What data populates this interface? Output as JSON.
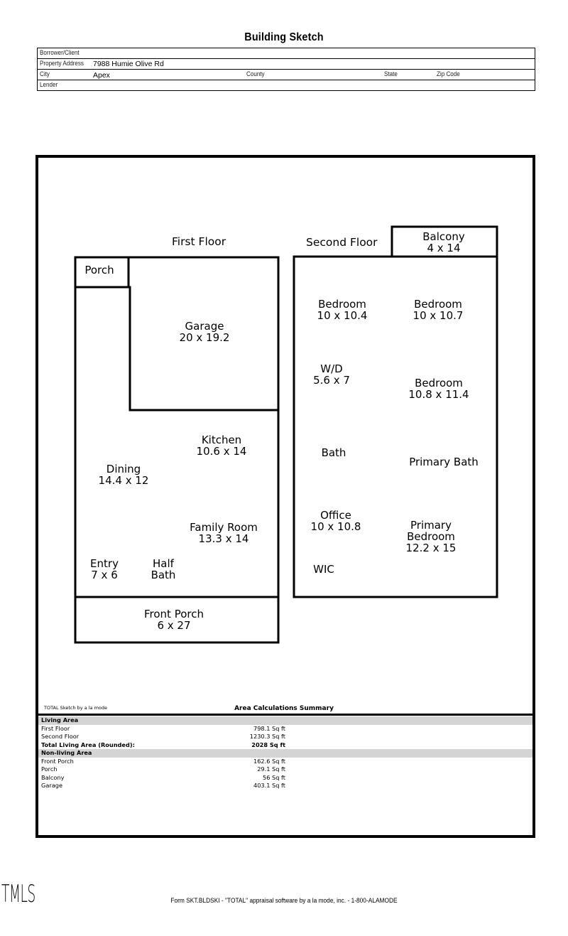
{
  "title": "Building Sketch",
  "header": {
    "borrower_label": "Borrower/Client",
    "borrower_value": "",
    "address_label": "Property Address",
    "address_value": "7988 Humie Olive Rd",
    "city_label": "City",
    "city_value": "Apex",
    "county_label": "County",
    "state_label": "State",
    "zip_label": "Zip Code",
    "lender_label": "Lender"
  },
  "sketch": {
    "first_floor": {
      "label": "First Floor",
      "rooms": [
        {
          "name": "Porch",
          "dims": ""
        },
        {
          "name": "Garage",
          "dims": "20 x 19.2"
        },
        {
          "name": "Kitchen",
          "dims": "10.6 x 14"
        },
        {
          "name": "Dining",
          "dims": "14.4 x 12"
        },
        {
          "name": "Family Room",
          "dims": "13.3 x 14"
        },
        {
          "name": "Entry",
          "dims": "7 x 6"
        },
        {
          "name": "Half",
          "dims": "Bath"
        },
        {
          "name": "Front Porch",
          "dims": "6 x 27"
        }
      ]
    },
    "second_floor": {
      "label": "Second Floor",
      "rooms": [
        {
          "name": "Balcony",
          "dims": "4 x 14"
        },
        {
          "name": "Bedroom",
          "dims": "10 x 10.4"
        },
        {
          "name": "Bedroom",
          "dims": "10 x 10.7"
        },
        {
          "name": "W/D",
          "dims": "5.6 x 7"
        },
        {
          "name": "Bedroom",
          "dims": "10.8 x 11.4"
        },
        {
          "name": "Bath",
          "dims": ""
        },
        {
          "name": "Primary Bath",
          "dims": ""
        },
        {
          "name": "Office",
          "dims": "10 x 10.8"
        },
        {
          "name": "Primary",
          "dims": "Bedroom",
          "dims2": "12.2 x 15"
        },
        {
          "name": "WIC",
          "dims": ""
        }
      ]
    }
  },
  "summary": {
    "credit": "TOTAL Sketch by a la mode",
    "title": "Area Calculations Summary",
    "rows": [
      {
        "name": "Living Area",
        "area": "",
        "type": "section"
      },
      {
        "name": "First Floor",
        "area": "798.1 Sq ft",
        "type": "normal"
      },
      {
        "name": "Second Floor",
        "area": "1230.3 Sq ft",
        "type": "normal"
      },
      {
        "name": "Total Living Area (Rounded):",
        "area": "2028 Sq ft",
        "type": "bold"
      },
      {
        "name": "Non-living Area",
        "area": "",
        "type": "section"
      },
      {
        "name": "Front Porch",
        "area": "162.6 Sq ft",
        "type": "normal"
      },
      {
        "name": "Porch",
        "area": "29.1 Sq ft",
        "type": "normal"
      },
      {
        "name": "Balcony",
        "area": "56 Sq ft",
        "type": "normal"
      },
      {
        "name": "Garage",
        "area": "403.1 Sq ft",
        "type": "normal"
      }
    ]
  },
  "footer": {
    "form_text": "Form SKT.BLDSKI - \"TOTAL\" appraisal software by a la mode, inc. - 1-800-ALAMODE",
    "logo": "TMLS"
  }
}
